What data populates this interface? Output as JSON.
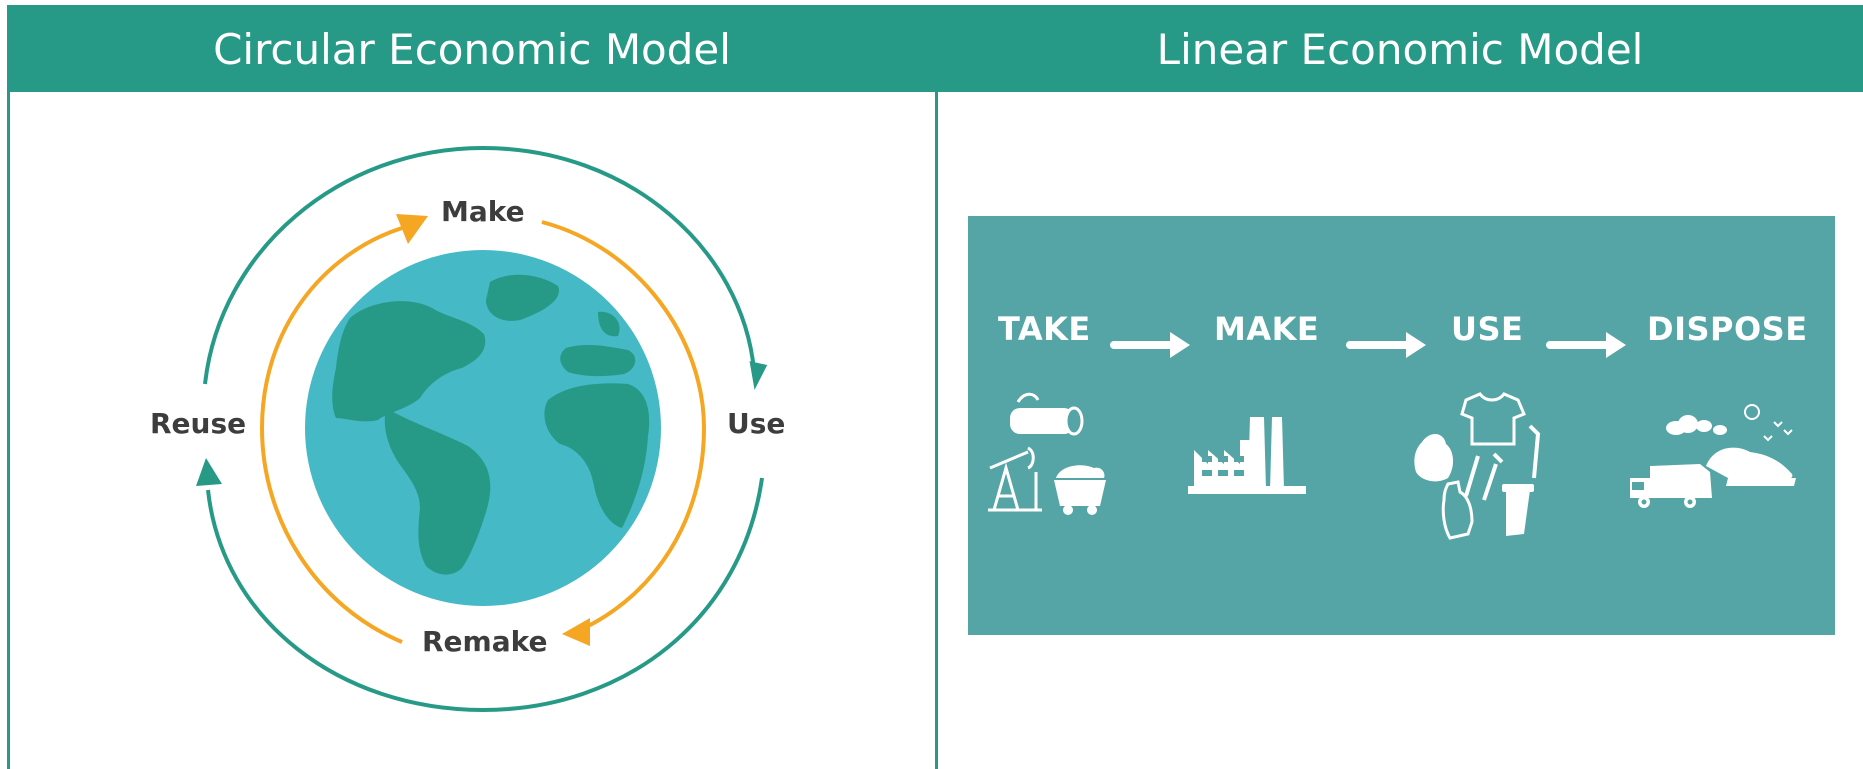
{
  "panels": {
    "left_title": "Circular Economic Model",
    "right_title": "Linear Economic Model"
  },
  "circular": {
    "stages": {
      "make": "Make",
      "use": "Use",
      "remake": "Remake",
      "reuse": "Reuse"
    },
    "colors": {
      "outer_arrows": "#279a87",
      "inner_arrows": "#f5a623",
      "ocean": "#45b9c6",
      "land": "#279a87"
    }
  },
  "linear": {
    "steps": [
      "TAKE",
      "MAKE",
      "USE",
      "DISPOSE"
    ],
    "icons": {
      "take": [
        "log-icon",
        "oil-pump-icon",
        "mine-cart-icon"
      ],
      "make": [
        "factory-icon"
      ],
      "use": [
        "shirt-icon",
        "bag-icon",
        "straw-icon",
        "cutlery-icon",
        "bottle-icon",
        "cup-icon"
      ],
      "dispose": [
        "garbage-truck-icon",
        "landfill-icon",
        "sun-icon",
        "cloud-icon",
        "birds-icon"
      ]
    },
    "colors": {
      "box": "#55a5a6",
      "foreground": "#ffffff"
    }
  }
}
